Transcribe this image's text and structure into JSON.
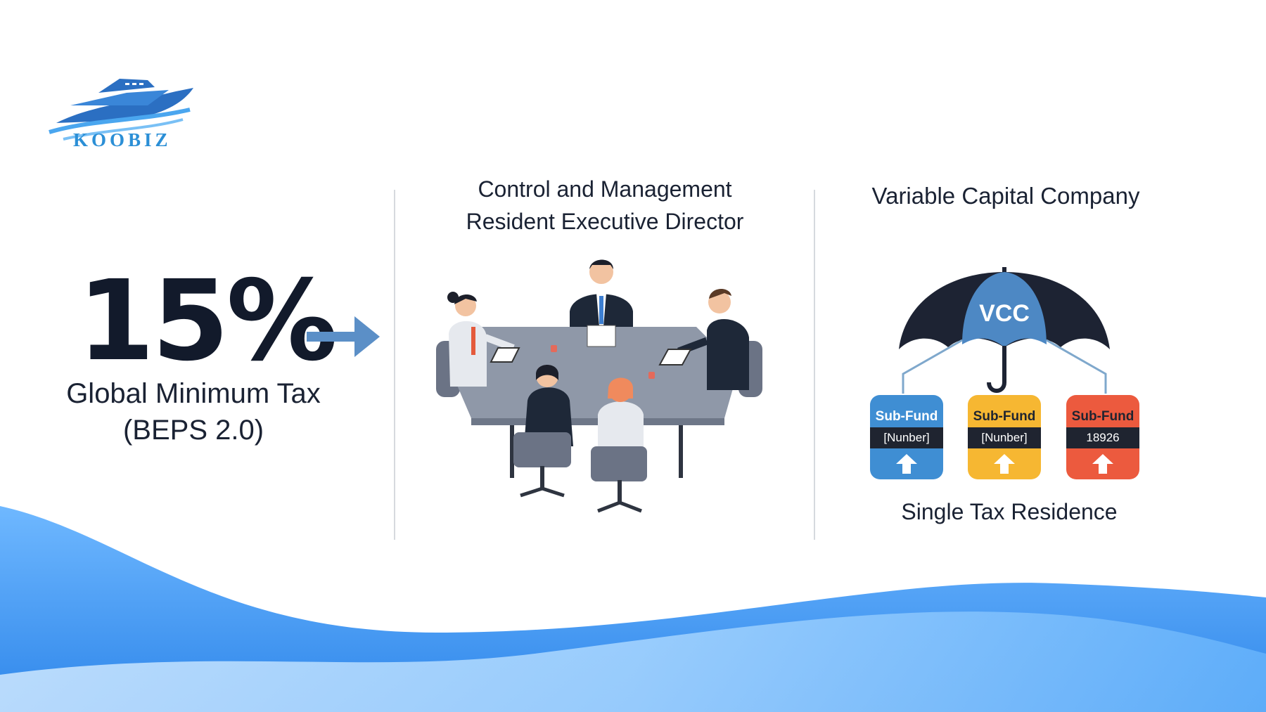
{
  "logo": {
    "text": "KOOBIZ"
  },
  "left_panel": {
    "stat_value": "15%",
    "stat_label": "Global Minimum Tax",
    "stat_sublabel": "(BEPS 2.0)",
    "arrow_icon": "right-arrow-icon"
  },
  "middle_panel": {
    "heading_line1": "Control and Management",
    "heading_line2": "Resident Executive Director",
    "illustration": "board-meeting-illustration"
  },
  "right_panel": {
    "title": "Variable Capital Company",
    "umbrella_label": "VCC",
    "sub_funds": [
      {
        "label": "Sub-Fund",
        "number": "[Nunber]",
        "color": "#3f8ed3"
      },
      {
        "label": "Sub-Fund",
        "number": "[Nunber]",
        "color": "#f6b732"
      },
      {
        "label": "Sub-Fund",
        "number": "18926",
        "color": "#ec5a3e"
      }
    ],
    "caption": "Single Tax Residence"
  },
  "colors": {
    "navy": "#121a2b",
    "accent_blue": "#2b8fd6",
    "wave_light": "#9fd3ff",
    "wave_dark": "#3f96f0"
  }
}
